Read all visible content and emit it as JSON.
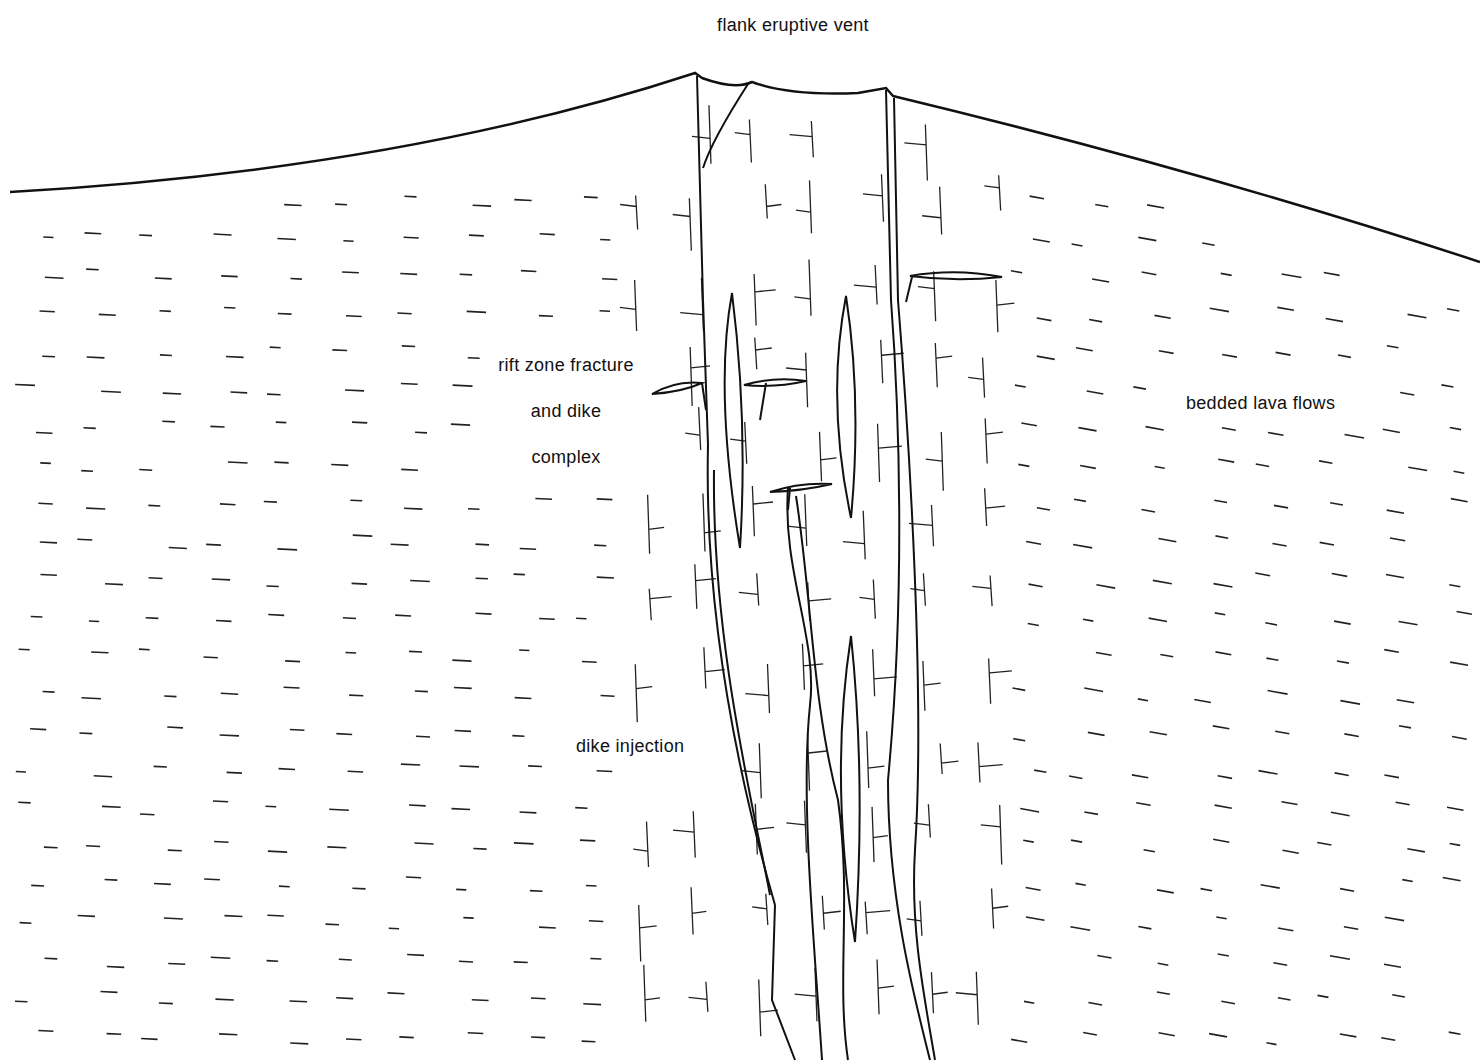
{
  "diagram": {
    "labels": [
      "flank eruptive vent",
      "rift zone fracture and dike complex",
      "bedded lava flows",
      "dike injection"
    ]
  }
}
